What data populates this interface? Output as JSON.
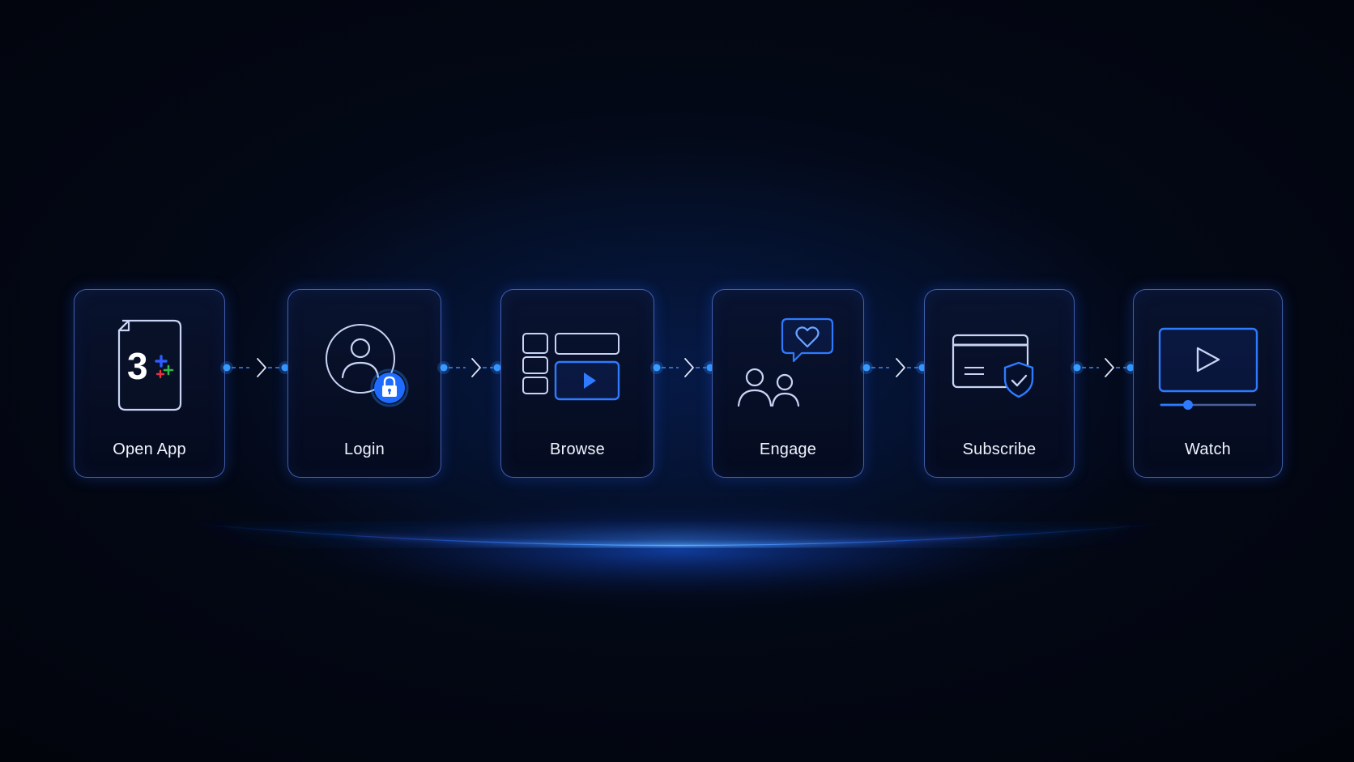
{
  "flow": {
    "steps": [
      {
        "label": "Open App",
        "icon": "app-document-icon",
        "badge_text": "3"
      },
      {
        "label": "Login",
        "icon": "user-lock-icon"
      },
      {
        "label": "Browse",
        "icon": "browse-grid-play-icon"
      },
      {
        "label": "Engage",
        "icon": "people-heart-chat-icon"
      },
      {
        "label": "Subscribe",
        "icon": "card-shield-check-icon"
      },
      {
        "label": "Watch",
        "icon": "video-player-icon"
      }
    ],
    "connector_icon": "chevron-right-icon"
  },
  "colors": {
    "background": "#02040c",
    "card_border": "#567ADC",
    "accent_blue": "#1E6BFF",
    "glow_blue": "#2E8BFF",
    "icon_stroke": "#C9D4F4",
    "label_text": "#F1F4FC",
    "plus_blue": "#2F5BFF",
    "plus_red": "#E5343B",
    "plus_green": "#2FB84A"
  }
}
